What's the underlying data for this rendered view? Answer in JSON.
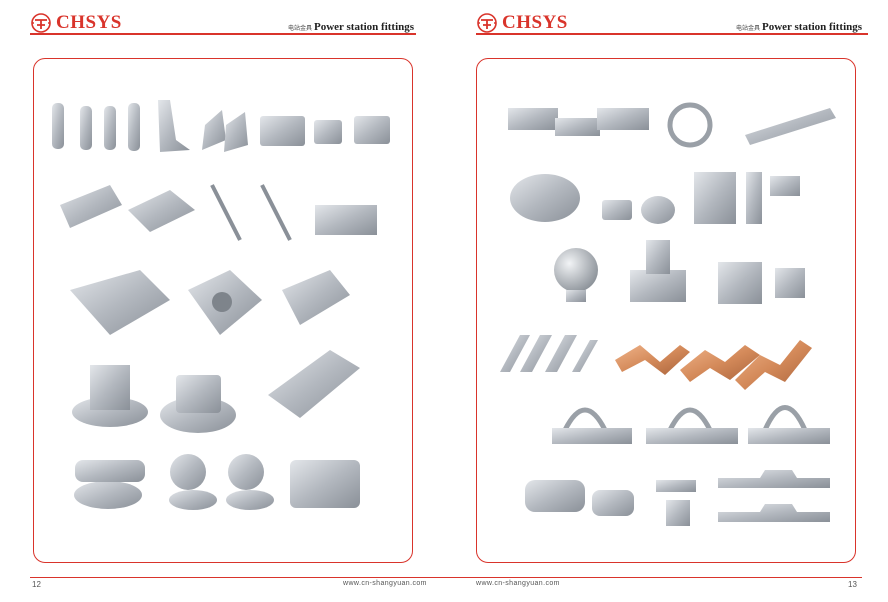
{
  "left_page": {
    "brand": "CHSYS",
    "section_cn": "电站金具",
    "section_en": "Power station fittings",
    "page_number": "12",
    "website": "www.cn-shangyuan.com"
  },
  "right_page": {
    "brand": "CHSYS",
    "section_cn": "电站金具",
    "section_en": "Power station fittings",
    "page_number": "13",
    "website": "www.cn-shangyuan.com"
  },
  "colors": {
    "accent": "#d9342b",
    "metal": "#b9bec4",
    "copper": "#d48a5a"
  },
  "icons": {
    "logo": "chsys-logo-icon"
  }
}
